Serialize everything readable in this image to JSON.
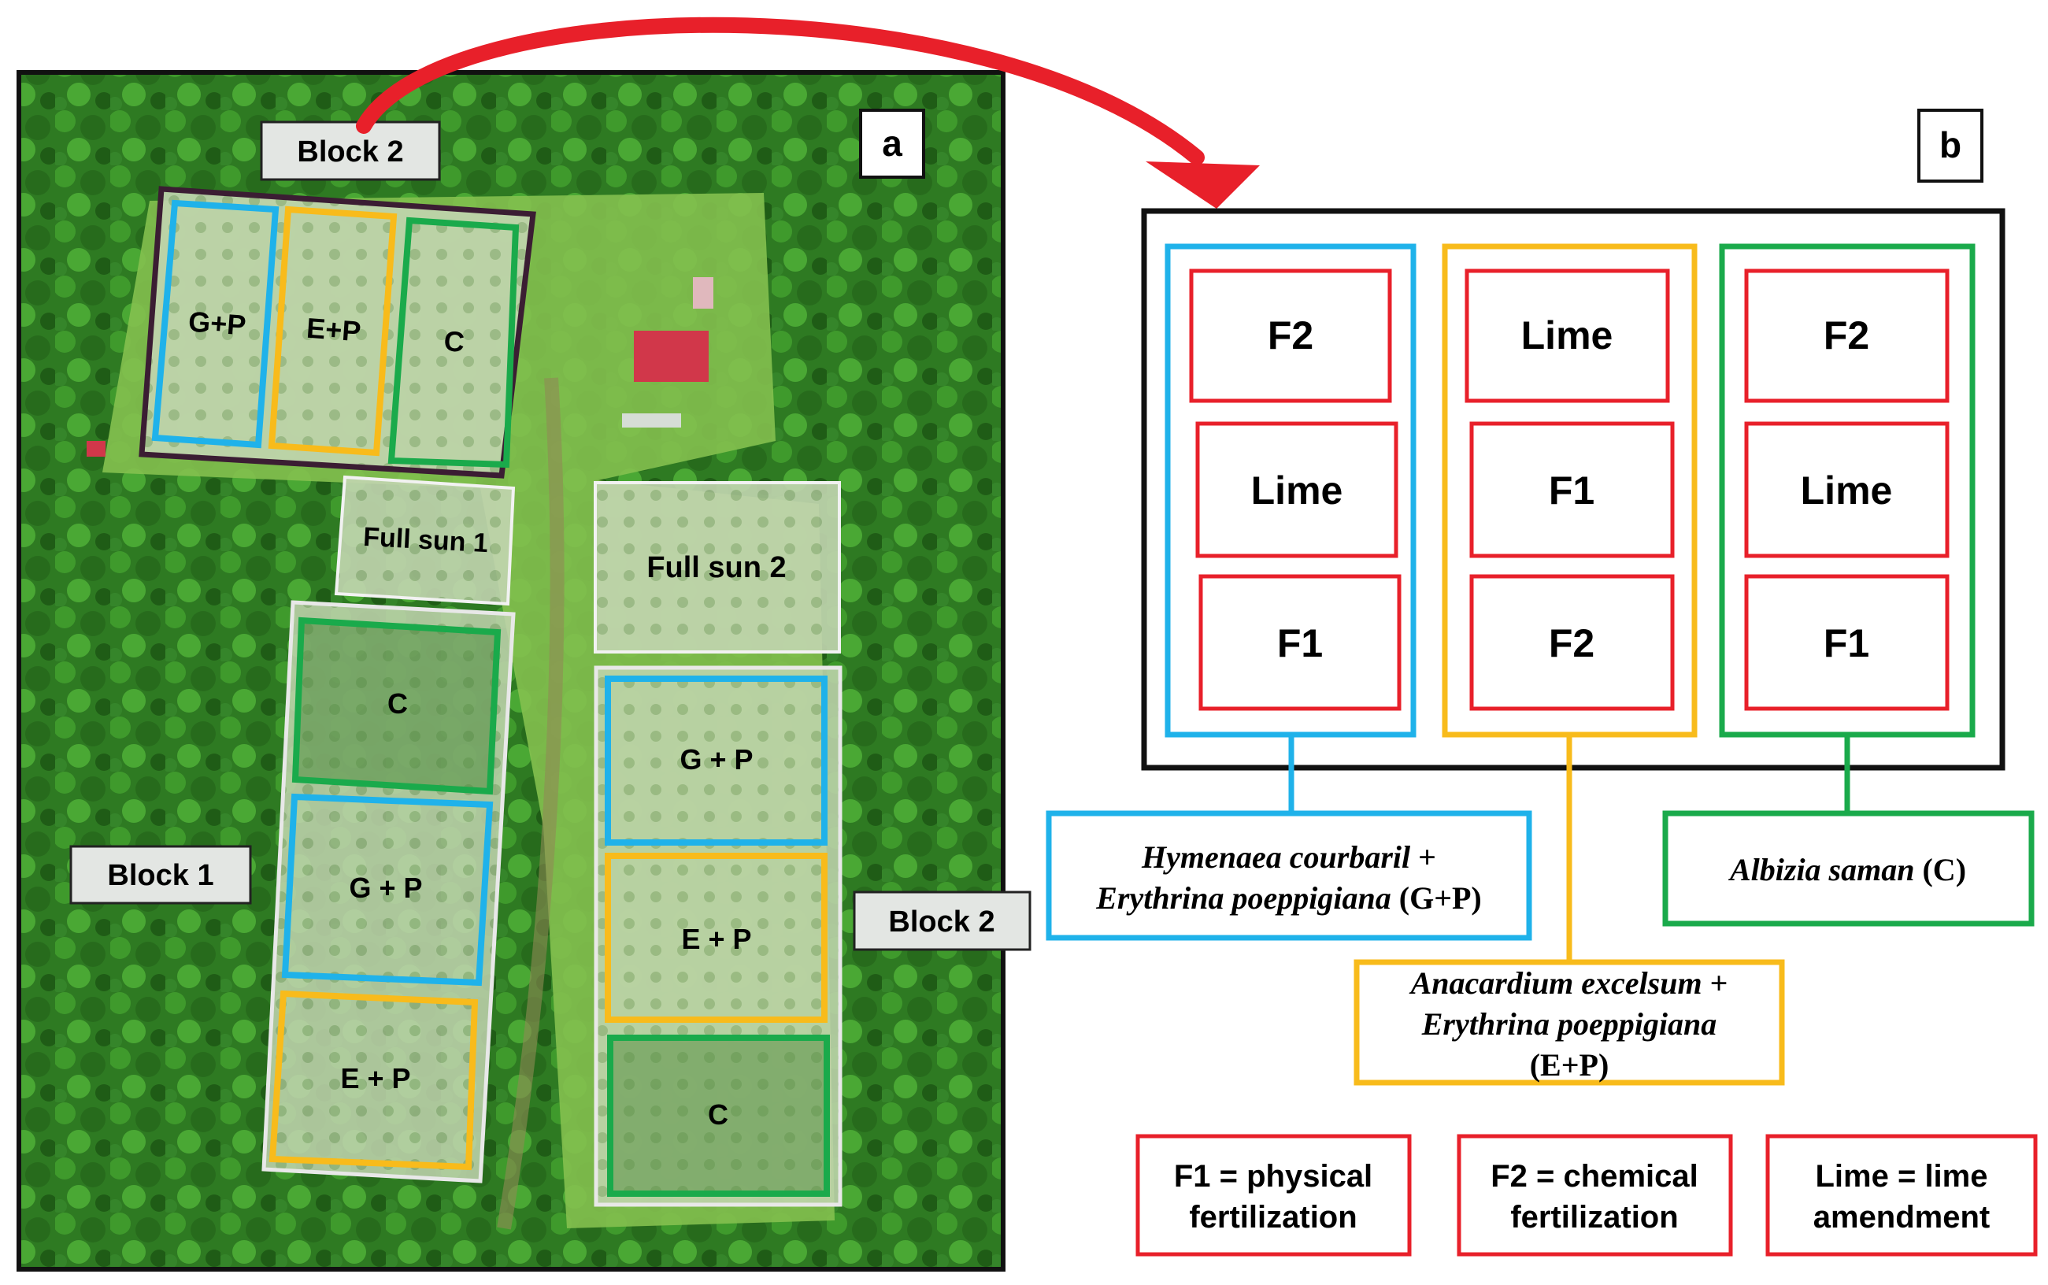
{
  "panel_a": {
    "label": "a",
    "block2_top_label": "Block 2",
    "block1_label": "Block 1",
    "block2_right_label": "Block 2",
    "full_sun_1": "Full sun 1",
    "full_sun_2": "Full sun 2",
    "top_block": {
      "gp": "G+P",
      "ep": "E+P",
      "c": "C"
    },
    "left_block": {
      "c": "C",
      "gp": "G + P",
      "ep": "E + P"
    },
    "right_block": {
      "gp": "G + P",
      "ep": "E + P",
      "c": "C"
    }
  },
  "panel_b": {
    "label": "b",
    "columns": [
      {
        "cells": [
          "F2",
          "Lime",
          "F1"
        ]
      },
      {
        "cells": [
          "Lime",
          "F1",
          "F2"
        ]
      },
      {
        "cells": [
          "F2",
          "Lime",
          "F1"
        ]
      }
    ],
    "legend_gp": {
      "line1_species": "Hymenaea courbaril",
      "line1_suffix": " +",
      "line2_species": "Erythrina poeppigiana",
      "line2_suffix": " (G+P)"
    },
    "legend_ep": {
      "line1_species": "Anacardium excelsum",
      "line1_suffix": " +",
      "line2_species": "Erythrina poeppigiana",
      "line3": "(E+P)"
    },
    "legend_c": {
      "species": "Albizia saman",
      "suffix": " (C)"
    },
    "key": [
      {
        "line1": "F1 = physical",
        "line2": "fertilization"
      },
      {
        "line1": "F2 = chemical",
        "line2": "fertilization"
      },
      {
        "line1": "Lime = lime",
        "line2": "amendment"
      }
    ]
  },
  "colors": {
    "gp": "#1fb2ea",
    "ep": "#f8bb1b",
    "c": "#1aaa4b",
    "treatment": "#e8202a",
    "arrow": "#e8202a",
    "block_border": "#3b1d33"
  }
}
